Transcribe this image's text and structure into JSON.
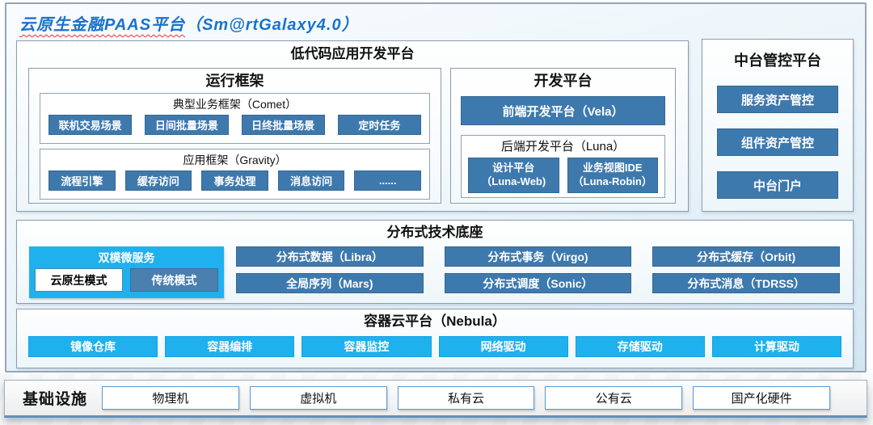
{
  "title": {
    "main": "云原生金融PAAS平台",
    "suffix": "（Sm@rtGalaxy4.0）"
  },
  "colors": {
    "accent_blue": "#3E79AE",
    "accent_cyan": "#1FB0EE",
    "title_blue": "#1A72CC",
    "infra_border_blue": "#5B9BD5",
    "wavy_underline_red": "#FF2A2A"
  },
  "lowcode": {
    "title": "低代码应用开发平台",
    "runtime": {
      "title": "运行框架",
      "comet": {
        "title": "典型业务框架（Comet）",
        "items": [
          "联机交易场景",
          "日间批量场景",
          "日终批量场景",
          "定时任务"
        ]
      },
      "gravity": {
        "title": "应用框架（Gravity）",
        "items": [
          "流程引擎",
          "缓存访问",
          "事务处理",
          "消息访问",
          "......"
        ]
      }
    },
    "dev": {
      "title": "开发平台",
      "vela": "前端开发平台（Vela）",
      "luna": {
        "title": "后端开发平台（Luna）",
        "items": [
          {
            "line1": "设计平台",
            "line2": "（Luna-Web)"
          },
          {
            "line1": "业务视图IDE",
            "line2": "（Luna-Robin）"
          }
        ]
      }
    }
  },
  "midplatform": {
    "title": "中台管控平台",
    "items": [
      "服务资产管控",
      "组件资产管控",
      "中台门户"
    ]
  },
  "distributed": {
    "title": "分布式技术底座",
    "dualmode": {
      "title": "双模微服务",
      "cloud_native": "云原生模式",
      "traditional": "传统模式"
    },
    "items": [
      "分布式数据（Libra）",
      "分布式事务（Virgo)",
      "分布式缓存（Orbit)",
      "全局序列（Mars)",
      "分布式调度（Sonic）",
      "分布式消息（TDRSS）"
    ]
  },
  "nebula": {
    "title": "容器云平台（Nebula）",
    "items": [
      "镜像仓库",
      "容器编排",
      "容器监控",
      "网络驱动",
      "存储驱动",
      "计算驱动"
    ]
  },
  "infrastructure": {
    "title": "基础设施",
    "items": [
      "物理机",
      "虚拟机",
      "私有云",
      "公有云",
      "国产化硬件"
    ]
  }
}
